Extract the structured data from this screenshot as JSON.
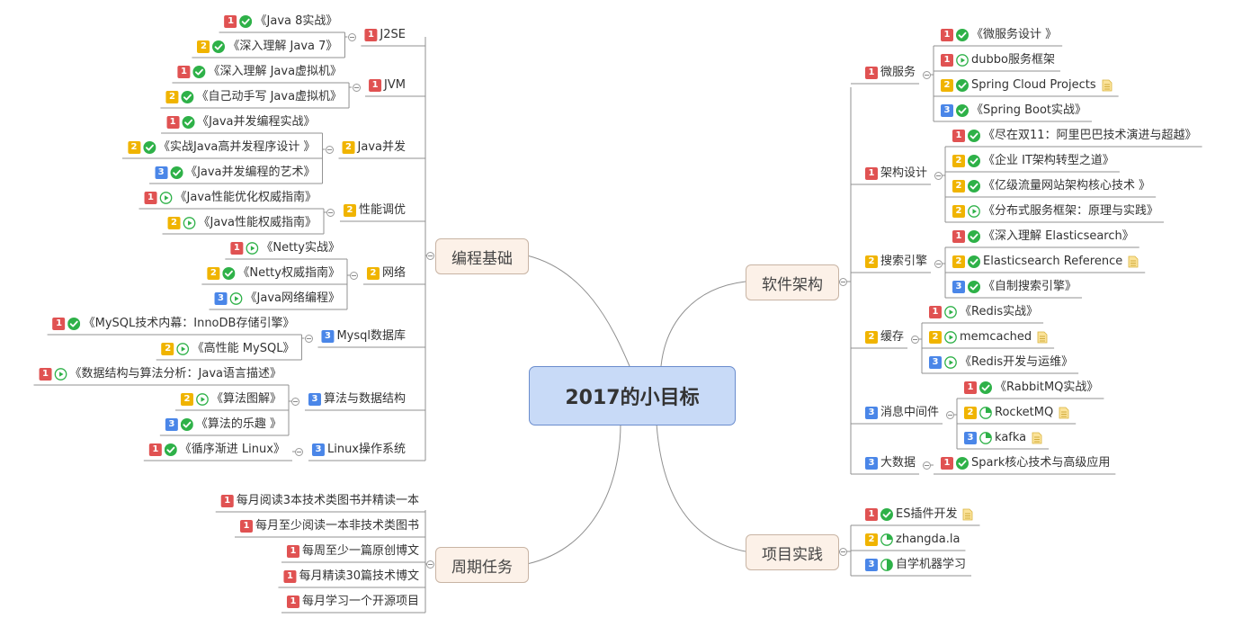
{
  "center": "2017的小目标",
  "colors": {
    "p1": "#e05252",
    "p2": "#f0b400",
    "p3": "#4a86e8",
    "done": "#2eb148",
    "progress": "#2eb148"
  },
  "branches": {
    "programming": "编程基础",
    "periodic": "周期任务",
    "architecture": "软件架构",
    "projects": "项目实践"
  },
  "categories": [
    {
      "label": "J2SE",
      "p": 1
    },
    {
      "label": "JVM",
      "p": 1
    },
    {
      "label": "Java并发",
      "p": 2
    },
    {
      "label": "性能调优",
      "p": 2
    },
    {
      "label": "网络",
      "p": 2
    },
    {
      "label": "Mysql数据库",
      "p": 3
    },
    {
      "label": "算法与数据结构",
      "p": 3
    },
    {
      "label": "Linux操作系统",
      "p": 3
    },
    {
      "label": "微服务",
      "p": 1
    },
    {
      "label": "架构设计",
      "p": 1
    },
    {
      "label": "搜索引擎",
      "p": 2
    },
    {
      "label": "缓存",
      "p": 2
    },
    {
      "label": "消息中间件",
      "p": 3
    },
    {
      "label": "大数据",
      "p": 3
    }
  ],
  "items": [
    {
      "label": "《Java 8实战》",
      "p": 1,
      "s": "done"
    },
    {
      "label": "《深入理解 Java 7》",
      "p": 2,
      "s": "done"
    },
    {
      "label": "《深入理解 Java虚拟机》",
      "p": 1,
      "s": "done"
    },
    {
      "label": "《自己动手写 Java虚拟机》",
      "p": 2,
      "s": "done"
    },
    {
      "label": "《Java并发编程实战》",
      "p": 1,
      "s": "done"
    },
    {
      "label": "《实战Java高并发程序设计 》",
      "p": 2,
      "s": "done"
    },
    {
      "label": "《Java并发编程的艺术》",
      "p": 3,
      "s": "done"
    },
    {
      "label": "《Java性能优化权威指南》",
      "p": 1,
      "s": "play"
    },
    {
      "label": "《Java性能权威指南》",
      "p": 2,
      "s": "play"
    },
    {
      "label": "《Netty实战》",
      "p": 1,
      "s": "play"
    },
    {
      "label": "《Netty权威指南》",
      "p": 2,
      "s": "done"
    },
    {
      "label": "《Java网络编程》",
      "p": 3,
      "s": "play"
    },
    {
      "label": "《MySQL技术内幕：InnoDB存储引擎》",
      "p": 1,
      "s": "done"
    },
    {
      "label": "《高性能 MySQL》",
      "p": 2,
      "s": "play"
    },
    {
      "label": "《数据结构与算法分析：Java语言描述》",
      "p": 1,
      "s": "play"
    },
    {
      "label": "《算法图解》",
      "p": 2,
      "s": "play"
    },
    {
      "label": "《算法的乐趣 》",
      "p": 3,
      "s": "done"
    },
    {
      "label": "《循序渐进 Linux》",
      "p": 1,
      "s": "done"
    },
    {
      "label": "每月阅读3本技术类图书并精读一本",
      "p": 1
    },
    {
      "label": "每月至少阅读一本非技术类图书",
      "p": 1
    },
    {
      "label": "每周至少一篇原创博文",
      "p": 1
    },
    {
      "label": "每月精读30篇技术博文",
      "p": 1
    },
    {
      "label": "每月学习一个开源项目",
      "p": 1
    },
    {
      "label": "《微服务设计 》",
      "p": 1,
      "s": "done"
    },
    {
      "label": "dubbo服务框架",
      "p": 1,
      "s": "play"
    },
    {
      "label": "Spring Cloud Projects",
      "p": 2,
      "s": "done",
      "note": true
    },
    {
      "label": "《Spring Boot实战》",
      "p": 3,
      "s": "done"
    },
    {
      "label": "《尽在双11：阿里巴巴技术演进与超越》",
      "p": 1,
      "s": "done"
    },
    {
      "label": "《企业 IT架构转型之道》",
      "p": 2,
      "s": "done"
    },
    {
      "label": "《亿级流量网站架构核心技术 》",
      "p": 2,
      "s": "done"
    },
    {
      "label": "《分布式服务框架：原理与实践》",
      "p": 2,
      "s": "play"
    },
    {
      "label": "《深入理解 Elasticsearch》",
      "p": 1,
      "s": "done"
    },
    {
      "label": "Elasticsearch Reference",
      "p": 2,
      "s": "done",
      "note": true
    },
    {
      "label": "《自制搜索引擎》",
      "p": 3,
      "s": "done"
    },
    {
      "label": "《Redis实战》",
      "p": 1,
      "s": "play"
    },
    {
      "label": "memcached",
      "p": 2,
      "s": "play",
      "note": true
    },
    {
      "label": "《Redis开发与运维》",
      "p": 3,
      "s": "play"
    },
    {
      "label": "《RabbitMQ实战》",
      "p": 1,
      "s": "done"
    },
    {
      "label": "RocketMQ",
      "p": 2,
      "s": "prog25",
      "note": true
    },
    {
      "label": "kafka",
      "p": 3,
      "s": "prog25",
      "note": true
    },
    {
      "label": "Spark核心技术与高级应用",
      "p": 1,
      "s": "done"
    },
    {
      "label": "ES插件开发",
      "p": 1,
      "s": "done",
      "note": true
    },
    {
      "label": "zhangda.la",
      "p": 2,
      "s": "prog25"
    },
    {
      "label": "自学机器学习",
      "p": 3,
      "s": "prog50"
    }
  ]
}
